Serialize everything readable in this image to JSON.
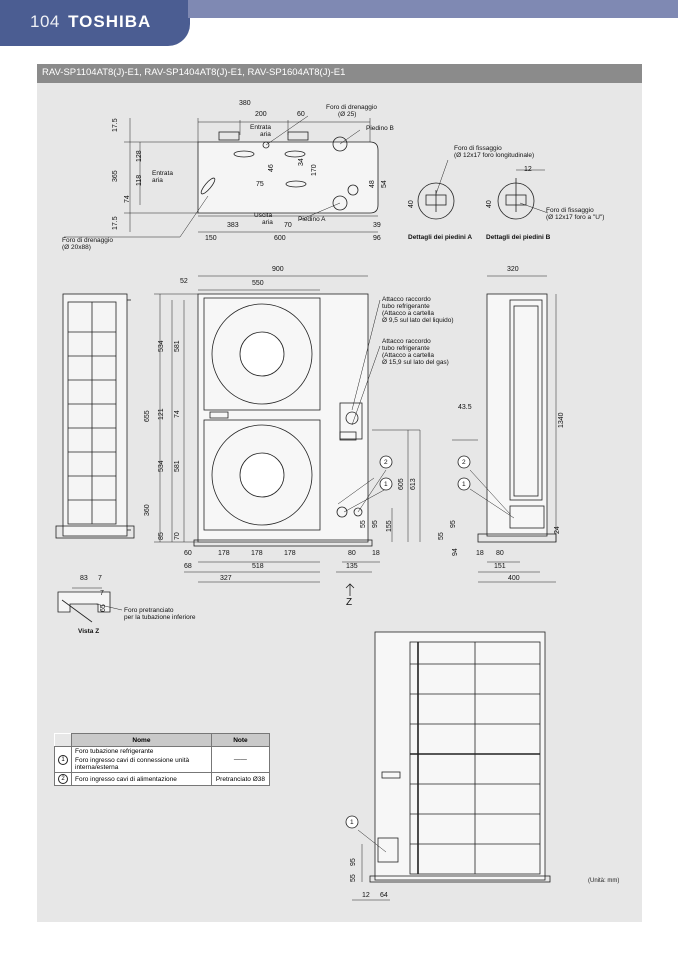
{
  "header": {
    "page_number": "104",
    "brand": "TOSHIBA"
  },
  "title": "RAV-SP1104AT8(J)-E1, RAV-SP1404AT8(J)-E1, RAV-SP1604AT8(J)-E1",
  "top_view": {
    "labels": {
      "drain_hole_top": "Foro di drenaggio",
      "drain_hole_top_size": "(Ø 25)",
      "air_inlet_1": "Entrata",
      "air_inlet_1b": "aria",
      "foot_b": "Piedino B",
      "air_inlet_2": "Entrata",
      "air_inlet_2b": "aria",
      "air_outlet": "Uscita",
      "air_outlet_b": "aria",
      "foot_a": "Piedino A",
      "drain_hole_bottom": "Foro di drenaggio",
      "drain_hole_bottom_size": "(Ø 20x88)"
    },
    "dims": [
      "380",
      "200",
      "60",
      "17.5",
      "128",
      "118",
      "365",
      "46",
      "34",
      "170",
      "75",
      "48",
      "54",
      "74",
      "17.5",
      "383",
      "70",
      "39",
      "150",
      "600",
      "96"
    ]
  },
  "feet_details": {
    "fix_hole_long": "Foro di fissaggio",
    "fix_hole_long_spec": "(Ø 12x17 foro longitudinale)",
    "fix_hole_u": "Foro di fissaggio",
    "fix_hole_u_spec": "(Ø 12x17 foro a \"U\")",
    "dim_12": "12",
    "dim_40a": "40",
    "dim_40b": "40",
    "caption_a": "Dettagli dei piedini A",
    "caption_b": "Dettagli dei piedini B"
  },
  "front_view": {
    "dims": [
      "900",
      "52",
      "550",
      "534",
      "581",
      "74",
      "121",
      "655",
      "534",
      "581",
      "360",
      "70",
      "85",
      "605",
      "613",
      "95",
      "55",
      "155",
      "60",
      "178",
      "178",
      "178",
      "68",
      "518",
      "80",
      "18",
      "327",
      "135"
    ],
    "conn_liquid": [
      "Attacco raccordo",
      "tubo refrigerante",
      "(Attacco a cartella",
      "Ø 9,5 sul lato del liquido)"
    ],
    "conn_gas": [
      "Attacco raccordo",
      "tubo refrigerante",
      "(Attacco a cartella",
      "Ø 15,9 sul lato del gas)"
    ],
    "z_label": "Z"
  },
  "side_view": {
    "dims": [
      "320",
      "43.5",
      "1340",
      "95",
      "55",
      "94",
      "18",
      "80",
      "24",
      "151",
      "400"
    ]
  },
  "view_z": {
    "dims": [
      "83",
      "7",
      "7",
      "65"
    ],
    "knockout": "Foro pretranciato",
    "knockout_b": "per la tubazione inferiore",
    "caption": "Vista Z"
  },
  "back_view": {
    "dims": [
      "95",
      "55",
      "12",
      "64"
    ]
  },
  "legend": {
    "headers": [
      "Nome",
      "Note"
    ],
    "rows": [
      {
        "num": "1",
        "name_a": "Foro tubazione refrigerante",
        "name_b": "Foro ingresso cavi di connessione unità interna/esterna",
        "note": "——"
      },
      {
        "num": "2",
        "name_a": "Foro ingresso cavi di alimentazione",
        "name_b": "",
        "note": "Pretranciato Ø38"
      }
    ]
  },
  "unit_note": "(Unità: mm)"
}
